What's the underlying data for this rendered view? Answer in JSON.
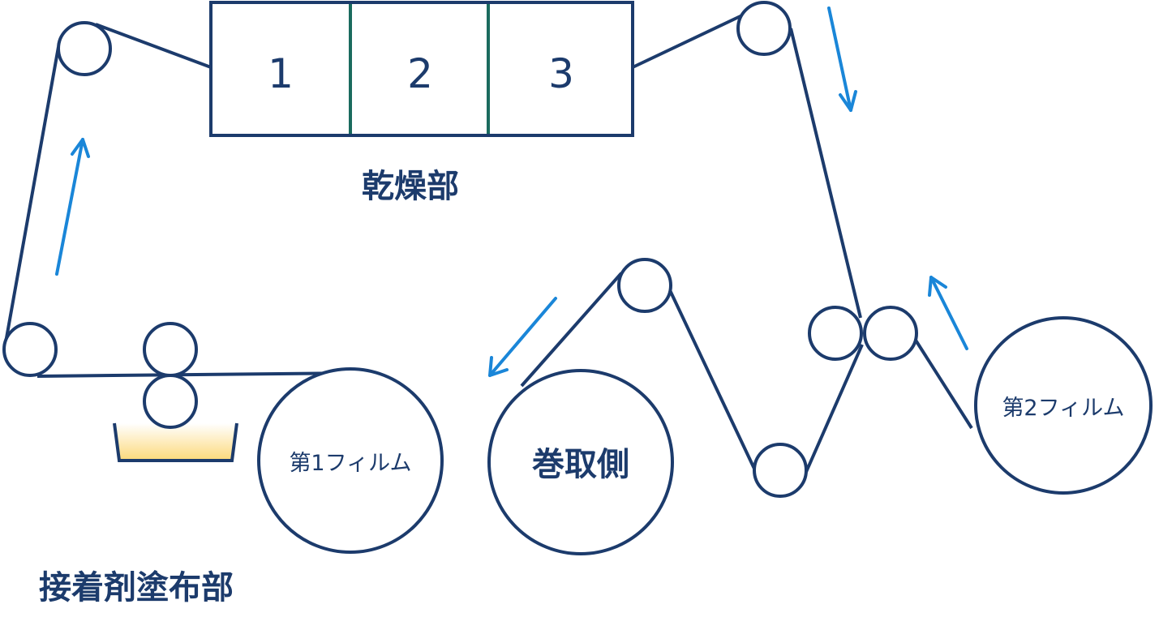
{
  "diagram": {
    "dryer": {
      "label": "乾燥部",
      "zones": [
        "1",
        "2",
        "3"
      ]
    },
    "coating_section_label": "接着剤塗布部",
    "rolls": {
      "first_film": "第1フィルム",
      "winding": "巻取側",
      "second_film": "第2フィルム"
    },
    "colors": {
      "line": "#1c3b6c",
      "arrow": "#1a86d8",
      "divider": "#1a6b5e",
      "adhesive": "#fde28a"
    }
  }
}
